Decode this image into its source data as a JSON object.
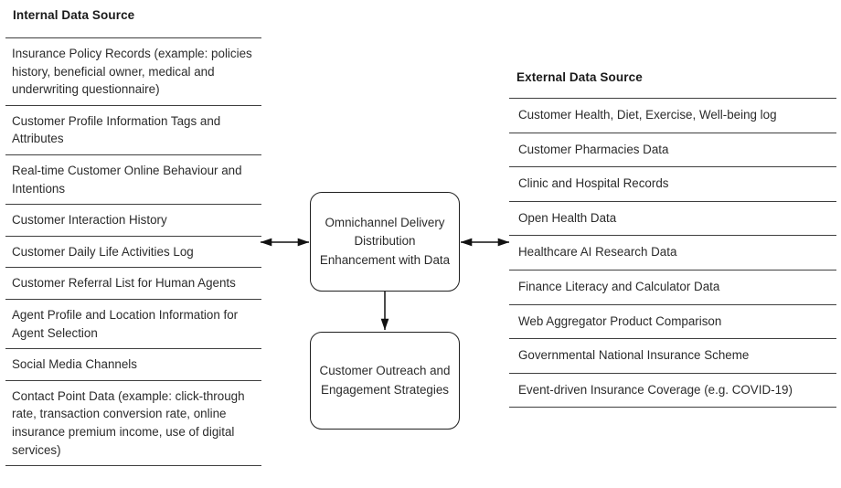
{
  "diagram": {
    "internal": {
      "title": "Internal Data Source",
      "items": [
        "Insurance Policy Records (example: policies history, beneficial owner, medical and underwriting questionnaire)",
        "Customer Profile Information Tags and Attributes",
        "Real-time Customer Online Behaviour and Intentions",
        "Customer Interaction History",
        "Customer Daily Life Activities Log",
        "Customer Referral List for Human Agents",
        "Agent Profile and Location Information for Agent Selection",
        "Social Media Channels",
        "Contact Point Data (example: click-through rate, transaction conversion rate, online insurance premium income, use of digital services)"
      ]
    },
    "external": {
      "title": "External Data Source",
      "items": [
        "Customer Health, Diet, Exercise, Well-being log",
        "Customer Pharmacies Data",
        "Clinic and Hospital Records",
        "Open Health Data",
        "Healthcare AI Research Data",
        "Finance Literacy and Calculator Data",
        "Web Aggregator Product Comparison",
        "Governmental National Insurance Scheme",
        "Event-driven Insurance Coverage (e.g. COVID-19)"
      ]
    },
    "center": {
      "main_box": "Omnichannel Delivery Distribution Enhancement with Data",
      "outcome_box": "Customer Outreach and Engagement Strategies"
    },
    "connectors": [
      {
        "name": "internal-to-main",
        "type": "double-arrow",
        "orientation": "horizontal"
      },
      {
        "name": "main-to-external",
        "type": "double-arrow",
        "orientation": "horizontal"
      },
      {
        "name": "main-to-outcome",
        "type": "single-arrow",
        "orientation": "vertical-down"
      }
    ],
    "colors": {
      "rule": "#3f3f3f",
      "box_border": "#1f1f1f",
      "text": "#2b2b2b",
      "background": "#ffffff"
    }
  }
}
